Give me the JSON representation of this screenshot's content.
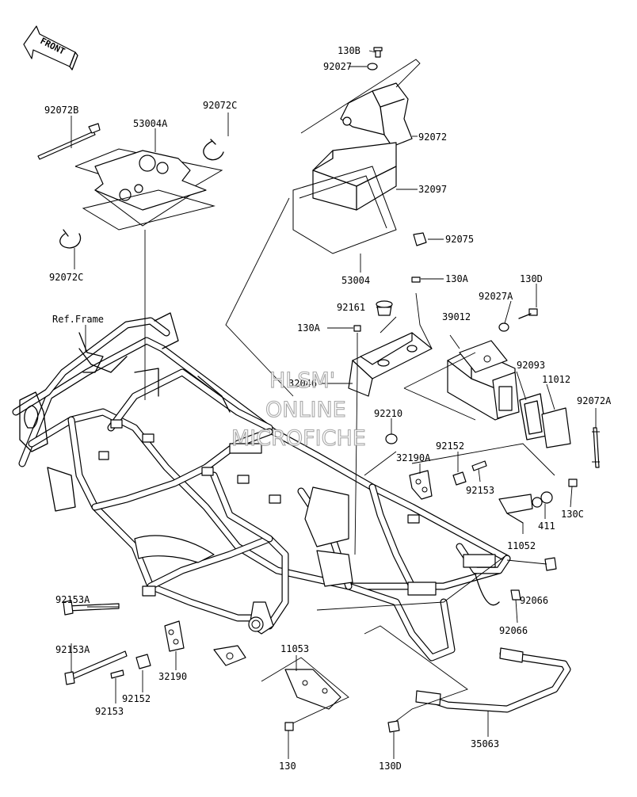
{
  "direction_arrow": {
    "text": "FRONT"
  },
  "watermark": {
    "line1": "HLSM'",
    "line2": "ONLINE",
    "line3": "MICROFICHE"
  },
  "parts": [
    {
      "id": "130B"
    },
    {
      "id": "92027"
    },
    {
      "id": "92072"
    },
    {
      "id": "32097"
    },
    {
      "id": "92075"
    },
    {
      "id": "53004"
    },
    {
      "id": "92072B"
    },
    {
      "id": "53004A"
    },
    {
      "id": "92072C"
    },
    {
      "id": "92072C"
    },
    {
      "id": "130A"
    },
    {
      "id": "130D"
    },
    {
      "id": "92027A"
    },
    {
      "id": "92161"
    },
    {
      "id": "39012"
    },
    {
      "id": "130A"
    },
    {
      "id": "Ref.Frame"
    },
    {
      "id": "92093"
    },
    {
      "id": "11012"
    },
    {
      "id": "32046"
    },
    {
      "id": "92072A"
    },
    {
      "id": "92210"
    },
    {
      "id": "92152"
    },
    {
      "id": "32190A"
    },
    {
      "id": "92153"
    },
    {
      "id": "130C"
    },
    {
      "id": "411"
    },
    {
      "id": "11052"
    },
    {
      "id": "92066"
    },
    {
      "id": "92066"
    },
    {
      "id": "92153A"
    },
    {
      "id": "92153A"
    },
    {
      "id": "11053"
    },
    {
      "id": "32190"
    },
    {
      "id": "92152"
    },
    {
      "id": "92153"
    },
    {
      "id": "130"
    },
    {
      "id": "130D"
    },
    {
      "id": "35063"
    }
  ]
}
